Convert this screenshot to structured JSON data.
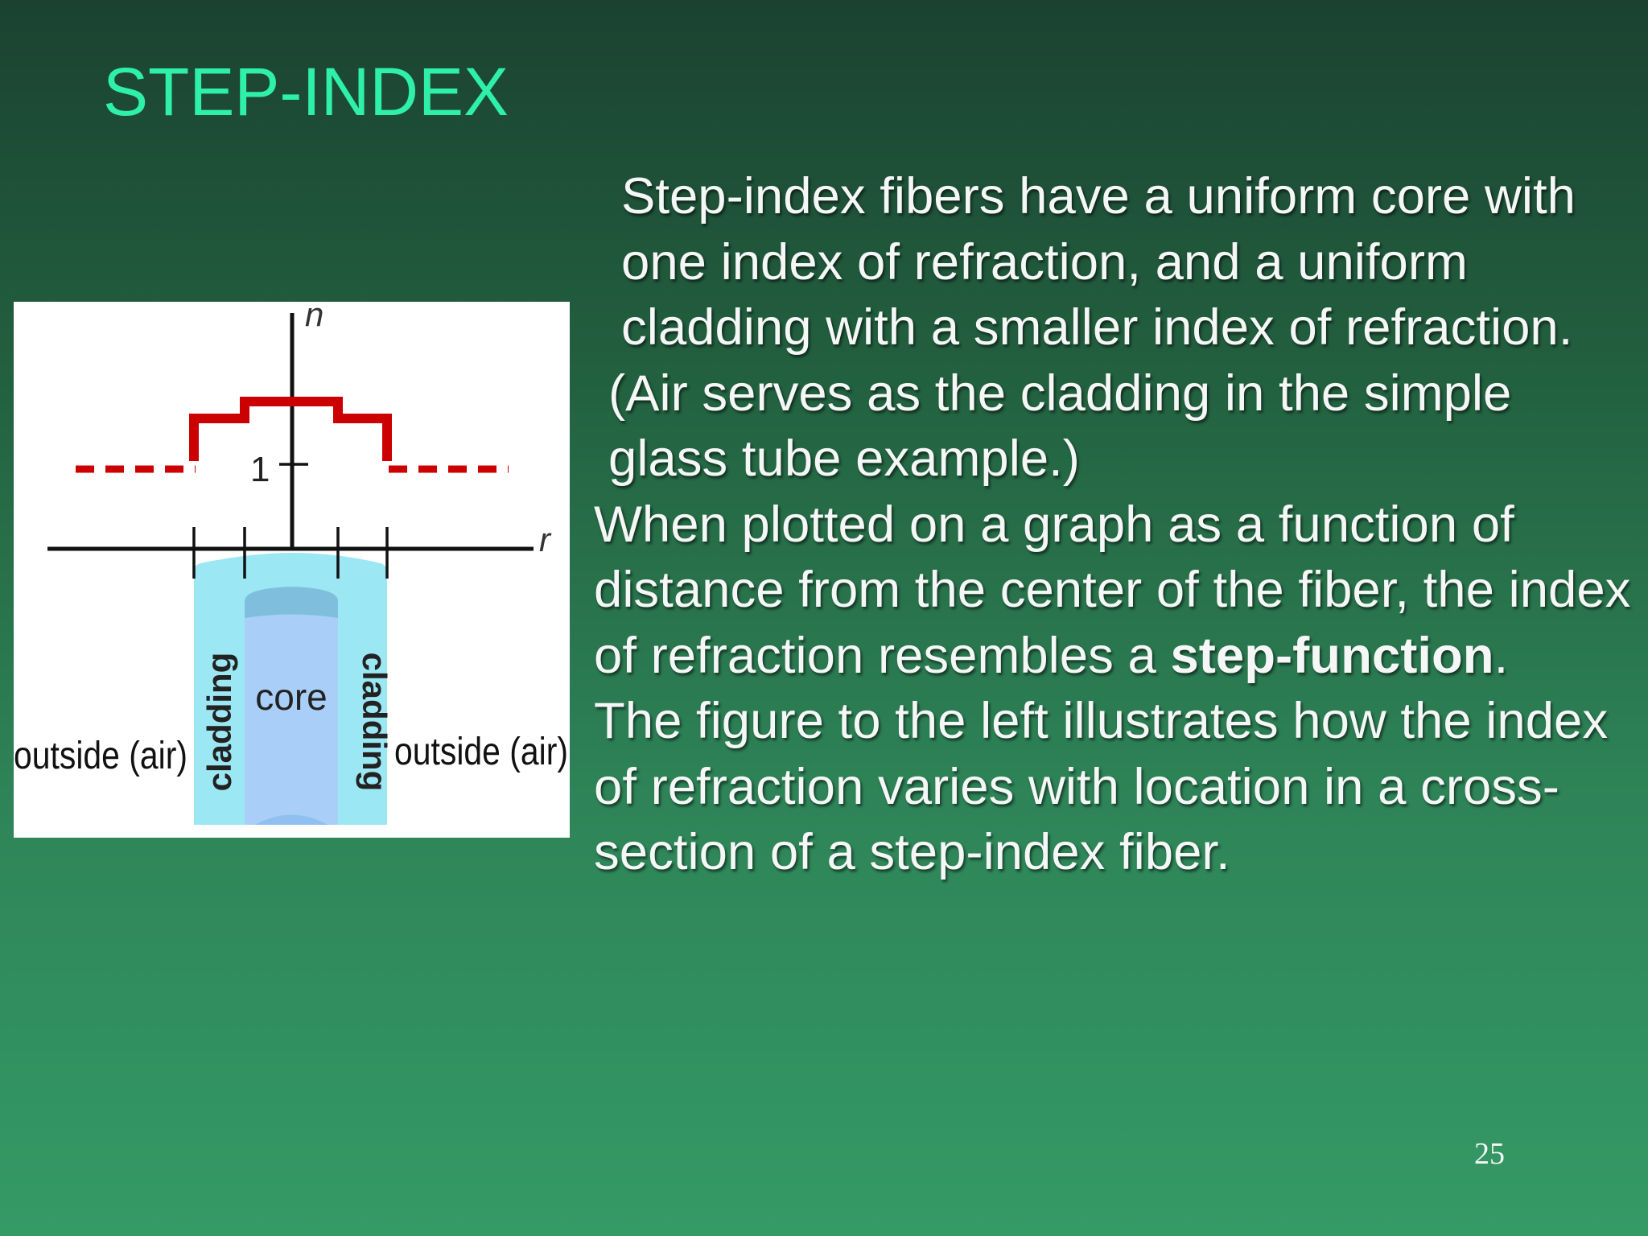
{
  "slide": {
    "title": "STEP-INDEX",
    "paragraphs": {
      "p1": "Step-index fibers have a uniform core with one index of refraction, and a uniform cladding with a smaller index of refraction.",
      "p2": "(Air serves as the cladding in the simple glass tube example.)",
      "p3_start": "When plotted on a graph as a function of distance from the center of the fiber, the index of refraction resembles a ",
      "p3_bold": "step-function",
      "p3_end": ".",
      "p4": "The figure to the left illustrates how the index of refraction varies with location in a cross-section of a step-index fiber."
    },
    "page_number": "25"
  },
  "figure": {
    "axis_n_label": "n",
    "axis_r_label": "r",
    "tick_one_label": "1",
    "labels": {
      "core": "core",
      "cladding_left": "cladding",
      "cladding_right": "cladding",
      "outside_left": "outside (air)",
      "outside_right": "outside (air)"
    },
    "colors": {
      "profile": "#cc0000",
      "cladding_fill": "#8ae4f2",
      "core_fill": "#a9cff8",
      "axes": "#111111"
    }
  }
}
